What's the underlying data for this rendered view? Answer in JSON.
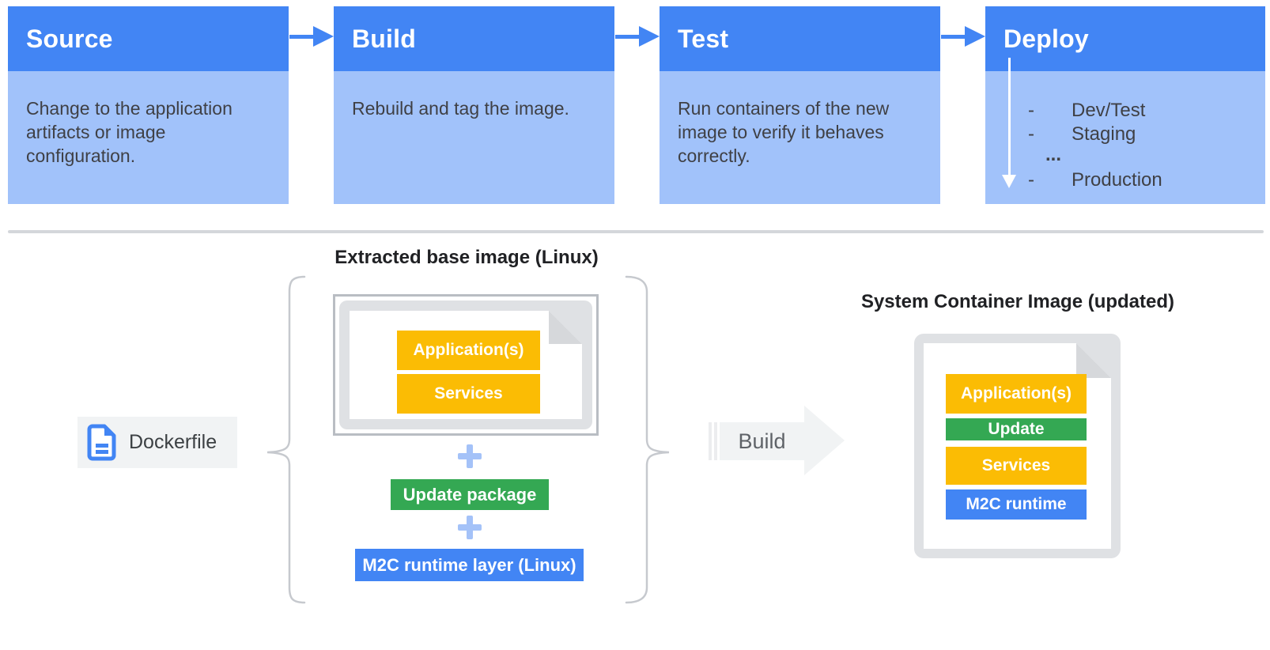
{
  "colors": {
    "stage_header_blue": "#4285F4",
    "stage_body_blue": "#A1C2FA",
    "accent_yellow": "#FBBC04",
    "accent_green": "#34A853",
    "accent_blue": "#4285F4",
    "plus_blue": "#A4C2F8",
    "text_dark": "#3F4045",
    "chip_gray": "#F1F3F4",
    "doc_gray": "#DFE1E4",
    "brace_gray": "#C6C9CE"
  },
  "pipeline": {
    "stages": [
      {
        "title": "Source",
        "description": "Change to the application artifacts or image configuration."
      },
      {
        "title": "Build",
        "description": "Rebuild and tag the image."
      },
      {
        "title": "Test",
        "description": "Run containers of the new image to verify it behaves correctly."
      },
      {
        "title": "Deploy",
        "bullet_marker": "-",
        "bullets": [
          "Dev/Test",
          "Staging",
          "Production"
        ],
        "ellipsis": "..."
      }
    ]
  },
  "build_flow": {
    "dockerfile_label": "Dockerfile",
    "extracted_title": "Extracted base image (Linux)",
    "extracted_layers": [
      "Application(s)",
      "Services"
    ],
    "update_package_label": "Update package",
    "runtime_layer_label": "M2C runtime layer (Linux)",
    "build_arrow_label": "Build",
    "result_title": "System Container Image (updated)",
    "result_layers": [
      "Application(s)",
      "Update",
      "Services",
      "M2C runtime"
    ]
  },
  "icons": {
    "dockerfile_icon": "document-icon",
    "plus_icon": "plus-icon",
    "stage_connector_icon": "arrow-right-icon",
    "deploy_flow_icon": "arrow-down-icon",
    "build_arrow_icon": "block-arrow-right-icon"
  }
}
